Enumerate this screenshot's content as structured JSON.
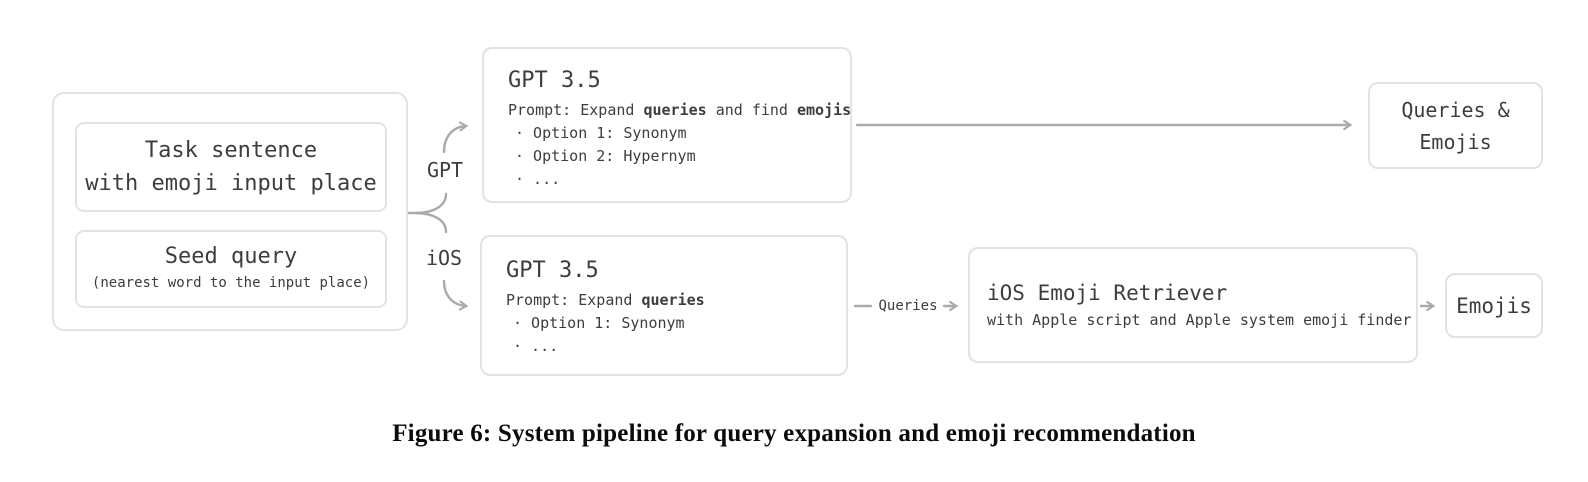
{
  "colors": {
    "background": "#ffffff",
    "box_border": "#e2e2e2",
    "arrow": "#aaaaaa",
    "text": "#3d3d3d",
    "caption_text": "#0b0b0b"
  },
  "input_panel": {
    "task_sentence": {
      "line1": "Task sentence",
      "line2": "with emoji input place"
    },
    "seed_query": {
      "title": "Seed query",
      "subtitle": "(nearest word to the input place)"
    }
  },
  "branch_labels": {
    "gpt": "GPT",
    "ios": "iOS"
  },
  "gpt_expand_find_box": {
    "title": "GPT 3.5",
    "prompt": {
      "p0": "Prompt: Expand ",
      "b0": "queries",
      "p1": " and find ",
      "b1": "emojis"
    },
    "options": [
      "· Option 1: Synonym",
      "· Option 2: Hypernym",
      "· ..."
    ]
  },
  "gpt_expand_box": {
    "title": "GPT 3.5",
    "prompt": {
      "p0": "Prompt: Expand ",
      "b0": "queries"
    },
    "options": [
      "· Option 1: Synonym",
      "· ..."
    ]
  },
  "queries_emojis_box": {
    "line1": "Queries &",
    "line2": "Emojis"
  },
  "flow_labels": {
    "queries": "Queries"
  },
  "retriever_box": {
    "title": "iOS Emoji Retriever",
    "subtitle": "with Apple script and Apple system emoji finder"
  },
  "emojis_box": {
    "label": "Emojis"
  },
  "caption": "Figure 6: System pipeline for query expansion and emoji recommendation"
}
